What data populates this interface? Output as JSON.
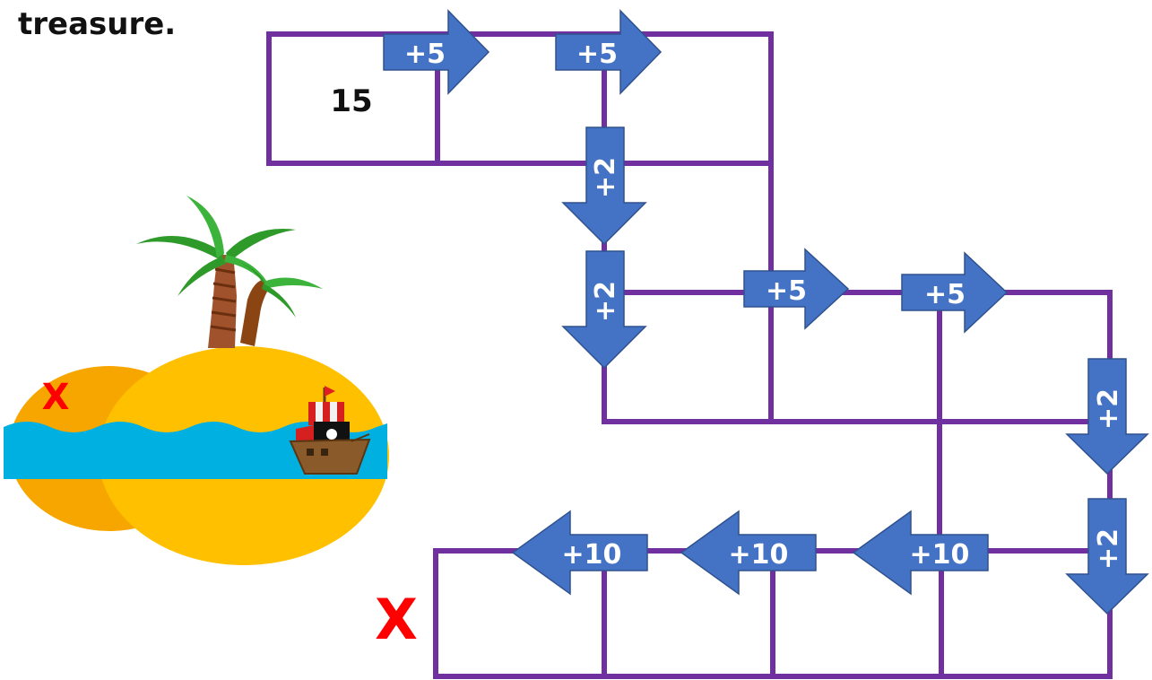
{
  "heading": "treasure.",
  "start_value": "15",
  "arrows": {
    "top_1": "+5",
    "top_2": "+5",
    "down_1": "+2",
    "down_2": "+2",
    "mid_1": "+5",
    "mid_2": "+5",
    "down_3": "+2",
    "down_4": "+2",
    "left_1": "+10",
    "left_2": "+10",
    "left_3": "+10"
  },
  "treasure_mark": "X",
  "island_mark": "X",
  "colors": {
    "grid": "#7030a0",
    "arrow_fill": "#4472c4",
    "arrow_stroke": "#2f528f",
    "x_mark": "#ff0000",
    "sea": "#00b0e0",
    "sand": "#ffc000",
    "sand_dark": "#f7a600"
  },
  "icons": [
    "palm-tree-icon",
    "pirate-ship-icon",
    "island-icon"
  ]
}
